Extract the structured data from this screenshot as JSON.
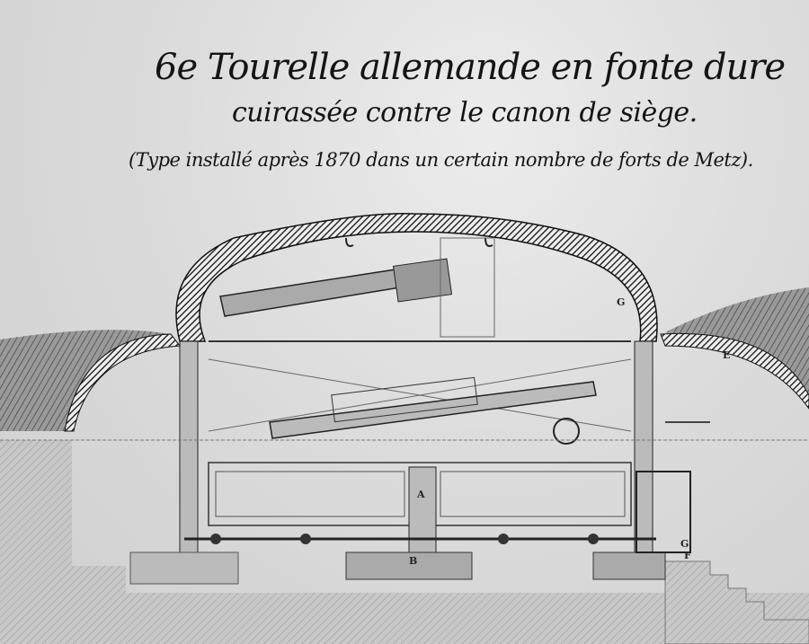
{
  "title": {
    "line1": "6e Tourelle allemande en fonte dure",
    "line2": "cuirassée contre le canon de siège.",
    "line3": "(Type installé après 1870 dans un certain nombre de forts de Metz)."
  },
  "labels": {
    "g_top": "G",
    "e": "E",
    "a": "A",
    "b": "B",
    "g_bottom": "G",
    "f": "F"
  }
}
